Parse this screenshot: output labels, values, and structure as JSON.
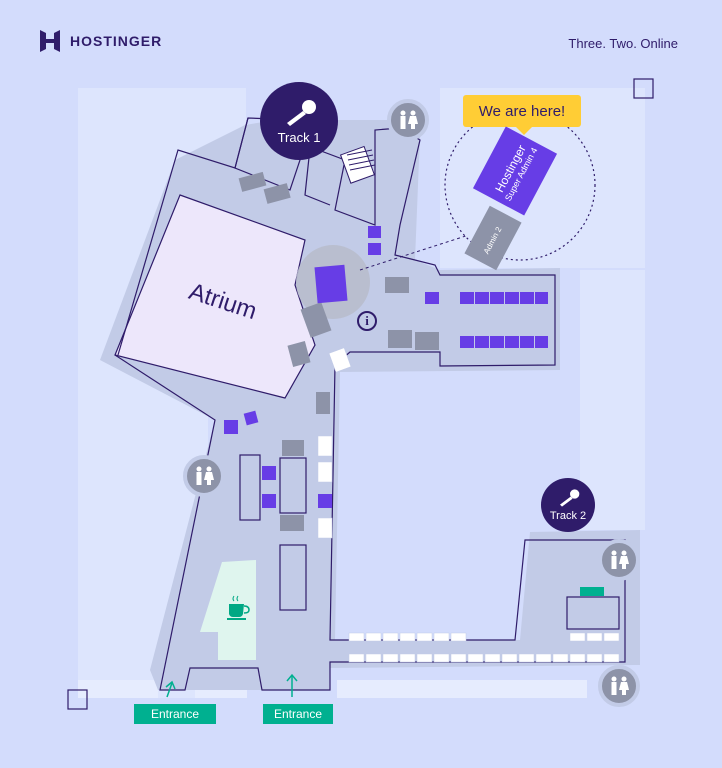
{
  "header": {
    "brand": "HOSTINGER",
    "tagline": "Three. Two. Online"
  },
  "stages": [
    {
      "id": "track1",
      "label": "Track 1"
    },
    {
      "id": "track2",
      "label": "Track 2"
    }
  ],
  "callout": {
    "text": "We are here!"
  },
  "booth": {
    "name": "Hostinger",
    "subtitle": "Super Admin 4",
    "neighbor_label": "Admin 2"
  },
  "areas": {
    "atrium": "Atrium"
  },
  "entrances": [
    {
      "label": "Entrance"
    },
    {
      "label": "Entrance"
    }
  ],
  "icons": {
    "microphone": "microphone-icon",
    "restroom": "restroom-icon",
    "coffee": "coffee-cup-icon",
    "info": "info-icon",
    "arrow": "arrow-up-icon"
  },
  "colors": {
    "background": "#d3dcfc",
    "floor": "#c2cbe7",
    "hall": "#eaeffd",
    "brand": "#2f1c6a",
    "booth_purple": "#673de6",
    "booth_gray": "#8d93a8",
    "callout": "#ffcd35",
    "entrance": "#00b090",
    "cafe": "#dff5ee"
  }
}
